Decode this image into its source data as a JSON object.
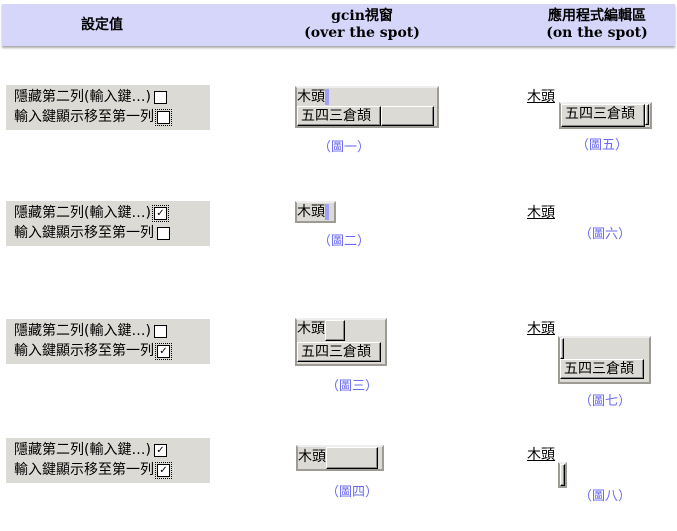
{
  "header": {
    "col1": "設定值",
    "col2_line1": "gcin視窗",
    "col2_line2": "(over the spot)",
    "col3_line1": "應用程式編輯區",
    "col3_line2": "(on the spot)"
  },
  "settings": {
    "hide_second_row": "隱藏第二列(輸入鍵…)",
    "move_keys_first_row": "輸入鍵顯示移至第一列"
  },
  "rows": [
    {
      "hide_checked": false,
      "move_checked": false,
      "caption_gcin": "（圖一）",
      "caption_app": "（圖五）"
    },
    {
      "hide_checked": true,
      "move_checked": false,
      "caption_gcin": "（圖二）",
      "caption_app": "（圖六）"
    },
    {
      "hide_checked": false,
      "move_checked": true,
      "caption_gcin": "（圖三）",
      "caption_app": "（圖七）"
    },
    {
      "hide_checked": true,
      "move_checked": true,
      "caption_gcin": "（圖四）",
      "caption_app": "（圖八）"
    }
  ],
  "preedit": "木頭",
  "keys": "五四三倉頡",
  "check_mark": "✓"
}
